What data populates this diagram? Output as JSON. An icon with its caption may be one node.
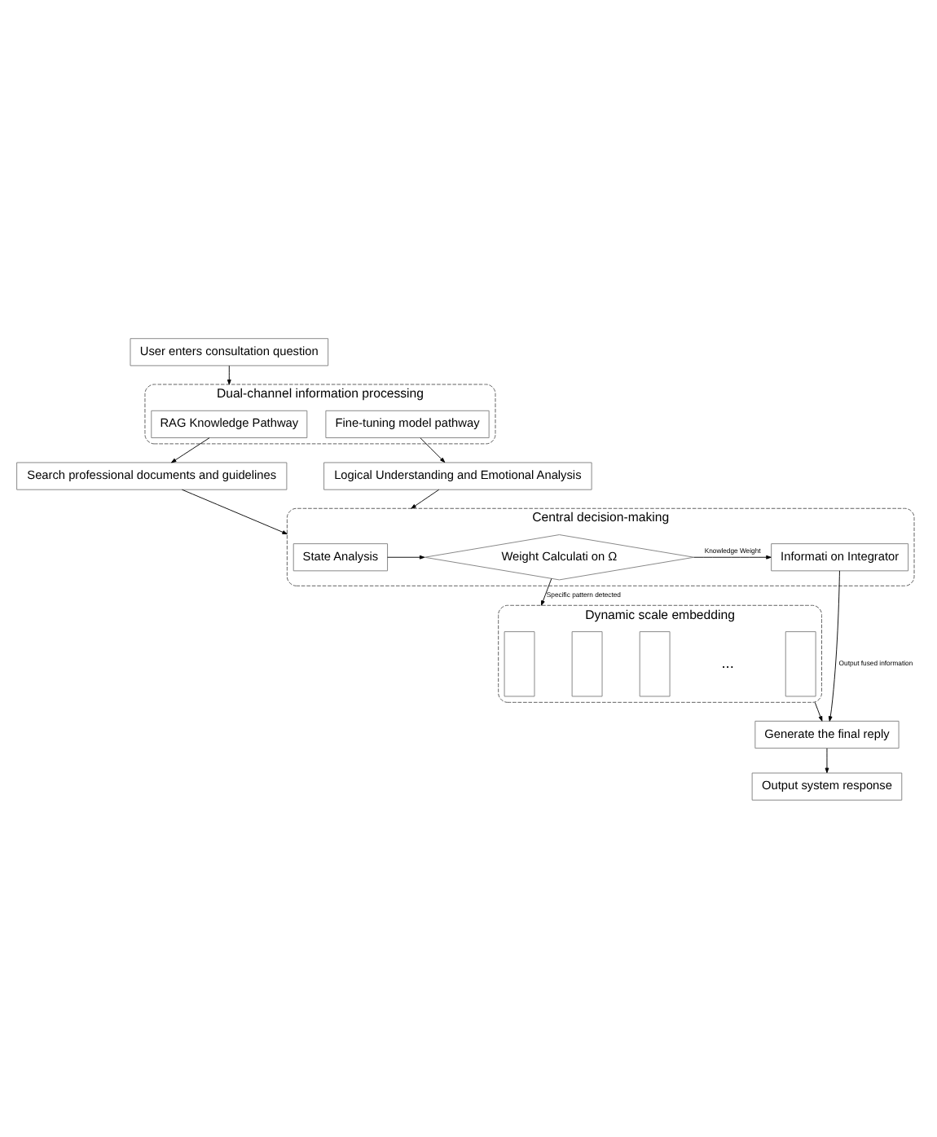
{
  "diagram": {
    "nodes": [
      {
        "text": [
          "User enters consultation question"
        ]
      },
      {
        "text": [
          "Dual-channel information processing"
        ]
      },
      {
        "text": [
          "RAG Knowledge Pathway"
        ],
        "in": 1
      },
      {
        "text": [
          "Fine-tuning model pathway"
        ],
        "in": 1
      },
      {
        "text": [
          "Search professional documents and guidelines"
        ]
      },
      {
        "text": [
          "Logical Understanding and Emotional Analysis"
        ]
      },
      {
        "text": [
          "Central decision-making"
        ]
      },
      {
        "text": [
          "State Analysis"
        ],
        "in": 6
      },
      {
        "text": [
          "Weight Calculati on Ω"
        ],
        "in": 6
      },
      {
        "text": [
          "Informati on Integrator"
        ],
        "in": 6
      },
      {
        "text": [
          "Dynamic scale embedding"
        ]
      },
      {
        "text": [],
        "shape": "box",
        "in": 10
      },
      {
        "text": [],
        "shape": "box",
        "in": 10
      },
      {
        "text": [],
        "shape": "box",
        "in": 10
      },
      {
        "text": [],
        "shape": "box",
        "in": 10
      },
      {
        "text": [
          "Generate the final reply"
        ]
      },
      {
        "text": [
          "Output system response"
        ]
      }
    ],
    "edges": [
      {
        "from": 0,
        "to": 1,
        "arrow": "to"
      },
      {
        "from": 2,
        "to": 4,
        "arrow": "to"
      },
      {
        "from": 3,
        "to": 5,
        "arrow": "to"
      },
      {
        "from": 4,
        "to": 6,
        "arrow": "to"
      },
      {
        "from": 5,
        "to": 6,
        "arrow": "to"
      },
      {
        "from": 7,
        "to": 8,
        "arrow": "to"
      },
      {
        "from": 8,
        "to": 9,
        "label": "Knowledge Weight",
        "arrow": "to"
      },
      {
        "from": 8,
        "to": 10,
        "label": "Specific pattern detected",
        "arrow": "to"
      },
      {
        "from": 9,
        "to": 15,
        "label": "Output fused information",
        "arrow": "to"
      },
      {
        "from": 10,
        "to": 15,
        "arrow": "to"
      },
      {
        "from": 15,
        "to": 16,
        "arrow": "to"
      }
    ],
    "labels": [
      "..."
    ]
  }
}
